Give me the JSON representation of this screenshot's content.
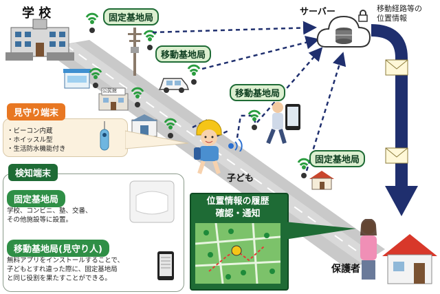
{
  "school": {
    "label": "学 校"
  },
  "server": {
    "label": "サーバー"
  },
  "route_info": {
    "line1": "移動経路等の",
    "line2": "位置情報"
  },
  "base_stations": {
    "fixed_top": "固定基地局",
    "mobile_top": "移動基地局",
    "mobile_mid": "移動基地局",
    "fixed_right": "固定基地局"
  },
  "child": {
    "label": "子ども"
  },
  "guardian": {
    "label": "保護者"
  },
  "watch_terminal": {
    "title": "見守り端末",
    "features": [
      "・ビーコン内蔵",
      "・ホイッスル型",
      "・生活防水機能付き"
    ]
  },
  "detect_terminal": {
    "title": "検知端末",
    "fixed": {
      "title": "固定基地局",
      "desc_line1": "学校、コンビニ、塾、交番、",
      "desc_line2": "その他施設等に設置。"
    },
    "mobile": {
      "title": "移動基地局(見守り人)",
      "desc_line1": "無料アプリをインストールすることで、",
      "desc_line2": "子どもとすれ違った際に、固定基地局",
      "desc_line3": "と同じ役割を果たすことができる。"
    }
  },
  "history": {
    "line1": "位置情報の履歴",
    "line2": "確認・通知"
  },
  "community_center": {
    "sign": "公民館"
  },
  "colors": {
    "dark_green": "#1e6b35",
    "navy": "#1f2f6e",
    "orange": "#e87722",
    "map_green": "#7cc26a"
  },
  "icons": [
    "antenna-icon",
    "cloud-server-icon",
    "lock-icon",
    "envelope-icon",
    "house-icon",
    "car-icon",
    "smartphone-icon",
    "whistle-icon",
    "router-icon"
  ]
}
